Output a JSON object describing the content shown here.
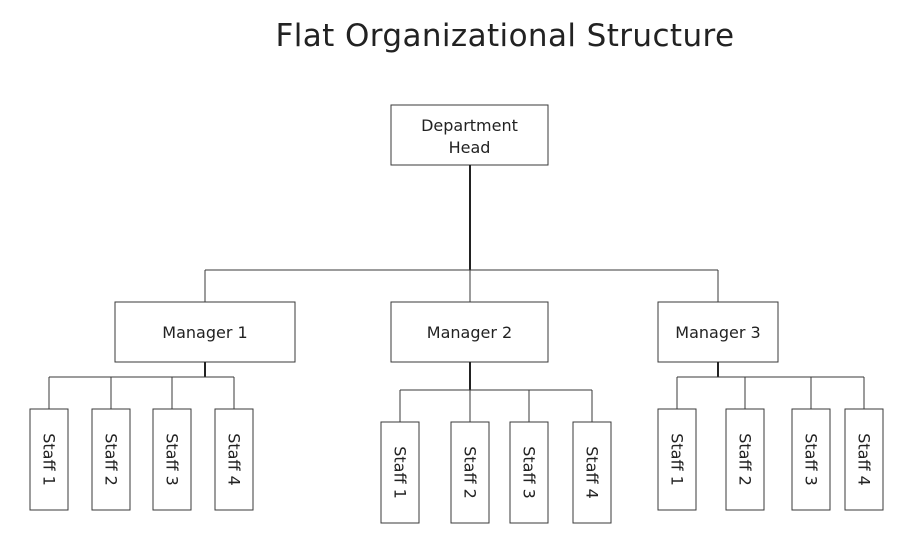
{
  "title": "Flat Organizational Structure",
  "head": {
    "line1": "Department",
    "line2": "Head"
  },
  "managers": [
    {
      "label": "Manager 1",
      "staff": [
        "Staff 1",
        "Staff 2",
        "Staff 3",
        "Staff 4"
      ]
    },
    {
      "label": "Manager 2",
      "staff": [
        "Staff 1",
        "Staff 2",
        "Staff 3",
        "Staff 4"
      ]
    },
    {
      "label": "Manager 3",
      "staff": [
        "Staff 1",
        "Staff 2",
        "Staff 3",
        "Staff 4"
      ]
    }
  ]
}
